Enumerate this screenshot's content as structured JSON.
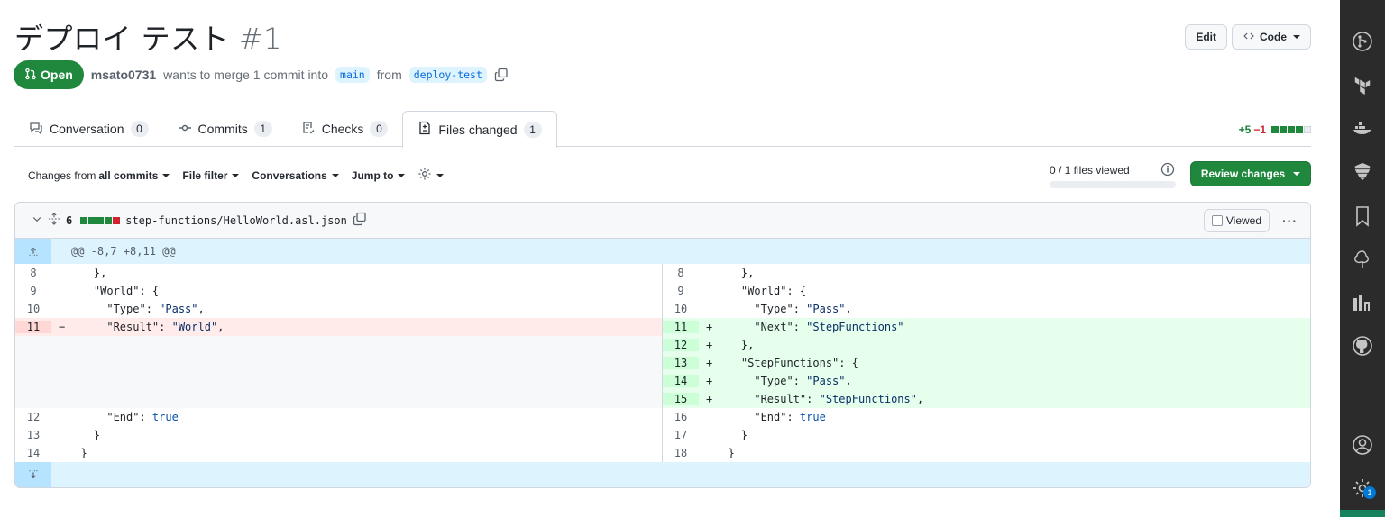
{
  "pr": {
    "title": "デプロイ テスト",
    "number": "#1",
    "state": "Open",
    "author": "msato0731",
    "merge_text": "wants to merge 1 commit into",
    "base_branch": "main",
    "from_text": "from",
    "head_branch": "deploy-test"
  },
  "header_actions": {
    "edit": "Edit",
    "code": "Code"
  },
  "tabs": [
    {
      "label": "Conversation",
      "count": "0"
    },
    {
      "label": "Commits",
      "count": "1"
    },
    {
      "label": "Checks",
      "count": "0"
    },
    {
      "label": "Files changed",
      "count": "1"
    }
  ],
  "diffstat": {
    "additions": "+5",
    "deletions": "−1"
  },
  "toolbar": {
    "changes_from_prefix": "Changes from",
    "changes_from_value": "all commits",
    "file_filter": "File filter",
    "conversations": "Conversations",
    "jump_to": "Jump to"
  },
  "files_viewed": {
    "text": "0 / 1 files viewed",
    "fraction": 0
  },
  "review_button": "Review changes",
  "file": {
    "changes": "6",
    "path": "step-functions/HelloWorld.asl.json",
    "viewed_label": "Viewed",
    "hunk_header": "@@ -8,7 +8,11 @@"
  },
  "diff_left": [
    {
      "n": "8",
      "type": "ctx",
      "code": "    },"
    },
    {
      "n": "9",
      "type": "ctx",
      "code": "    \"World\": {"
    },
    {
      "n": "10",
      "type": "ctx",
      "code": "      \"Type\": \"Pass\","
    },
    {
      "n": "11",
      "type": "del",
      "code": "      \"Result\": \"World\","
    },
    {
      "n": "",
      "type": "empty",
      "code": ""
    },
    {
      "n": "",
      "type": "empty",
      "code": ""
    },
    {
      "n": "",
      "type": "empty",
      "code": ""
    },
    {
      "n": "",
      "type": "empty",
      "code": ""
    },
    {
      "n": "12",
      "type": "ctx",
      "code": "      \"End\": true"
    },
    {
      "n": "13",
      "type": "ctx",
      "code": "    }"
    },
    {
      "n": "14",
      "type": "ctx",
      "code": "  }"
    }
  ],
  "diff_right": [
    {
      "n": "8",
      "type": "ctx",
      "code": "    },"
    },
    {
      "n": "9",
      "type": "ctx",
      "code": "    \"World\": {"
    },
    {
      "n": "10",
      "type": "ctx",
      "code": "      \"Type\": \"Pass\","
    },
    {
      "n": "11",
      "type": "add",
      "code": "      \"Next\": \"StepFunctions\""
    },
    {
      "n": "12",
      "type": "add",
      "code": "    },"
    },
    {
      "n": "13",
      "type": "add",
      "code": "    \"StepFunctions\": {"
    },
    {
      "n": "14",
      "type": "add",
      "code": "      \"Type\": \"Pass\","
    },
    {
      "n": "15",
      "type": "add",
      "code": "      \"Result\": \"StepFunctions\","
    },
    {
      "n": "16",
      "type": "ctx",
      "code": "      \"End\": true"
    },
    {
      "n": "17",
      "type": "ctx",
      "code": "    }"
    },
    {
      "n": "18",
      "type": "ctx",
      "code": "  }"
    }
  ],
  "activity_bar": {
    "icons": [
      "source-control-icon",
      "terraform-icon",
      "docker-icon",
      "aws-icon",
      "bookmark-icon",
      "tree-icon",
      "database-icon",
      "github-icon",
      "account-icon",
      "settings-gear-icon"
    ],
    "settings_badge": "1"
  },
  "colors": {
    "open_green": "#1f883d",
    "add_green": "#1a7f37",
    "del_red": "#cf222e",
    "link_blue": "#0969da"
  }
}
